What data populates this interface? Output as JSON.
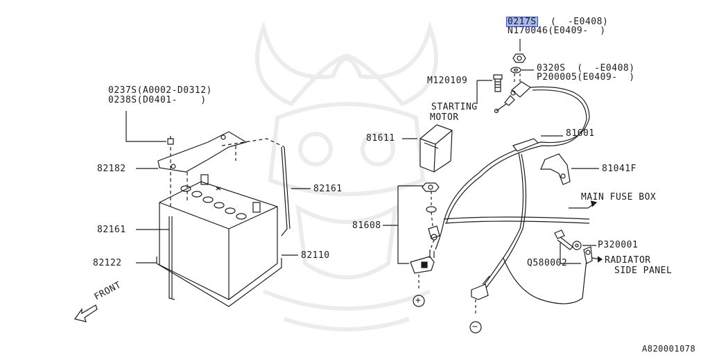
{
  "callouts": {
    "p0217S": "0217S",
    "p0217S_range": "(  -E0408)",
    "pN170046": "N170046(E0409-  )",
    "p0320S": "0320S  (  -E0408)",
    "pP200005": "P200005(E0409-  )",
    "pM120109": "M120109",
    "starting_motor_1": "STARTING",
    "starting_motor_2": "MOTOR",
    "p81611": "81611",
    "p81601": "81601",
    "p81041F": "81041F",
    "main_fuse_box": "MAIN FUSE BOX",
    "p81608": "81608",
    "pP320001": "P320001",
    "pQ580002": "Q580002",
    "radiator_1": "RADIATOR",
    "radiator_2": "SIDE PANEL",
    "p0237S": "0237S(A0002-D0312)",
    "p0238S": "0238S(D0401-    )",
    "p82182": "82182",
    "p82161_right": "82161",
    "p82161_left": "82161",
    "p82122": "82122",
    "p82110": "82110",
    "front": "FRONT",
    "plus_sign": "+",
    "minus_sign": "−",
    "diagram_id": "A820001078"
  },
  "colors": {
    "line": "#1a1a1a",
    "highlight_fill": "#a9b7ef",
    "highlight_border": "#2f4fd0",
    "watermark": "#ececec"
  }
}
